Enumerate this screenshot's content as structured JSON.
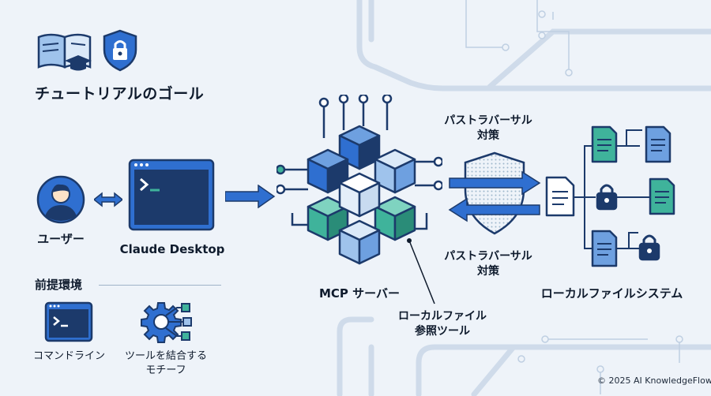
{
  "goal_title": "チュートリアルのゴール",
  "user_label": "ユーザー",
  "claude_label": "Claude Desktop",
  "mcp_label": "MCP サーバー",
  "tool_label": [
    "ローカルファイル",
    "参照ツール"
  ],
  "traversal_top": [
    "パストラバーサル",
    "対策"
  ],
  "traversal_bottom": [
    "パストラバーサル",
    "対策"
  ],
  "fs_label": "ローカルファイルシステム",
  "prereq_title": "前提環境",
  "cmdline_label": "コマンドライン",
  "motif_label": [
    "ツールを結合する",
    "モチーフ"
  ],
  "footer": "© 2025 AI KnowledgeFlow",
  "icons": [
    "book-cap-icon",
    "shield-lock-icon",
    "user-icon",
    "terminal-icon",
    "cube-cluster-icon",
    "shield-icon",
    "document-icon",
    "lock-icon",
    "gear-nodes-icon"
  ],
  "colors": {
    "navy": "#1c3a6b",
    "blue": "#2f6fd0",
    "teal": "#3fb39b",
    "light_blue": "#9fc3ec"
  }
}
